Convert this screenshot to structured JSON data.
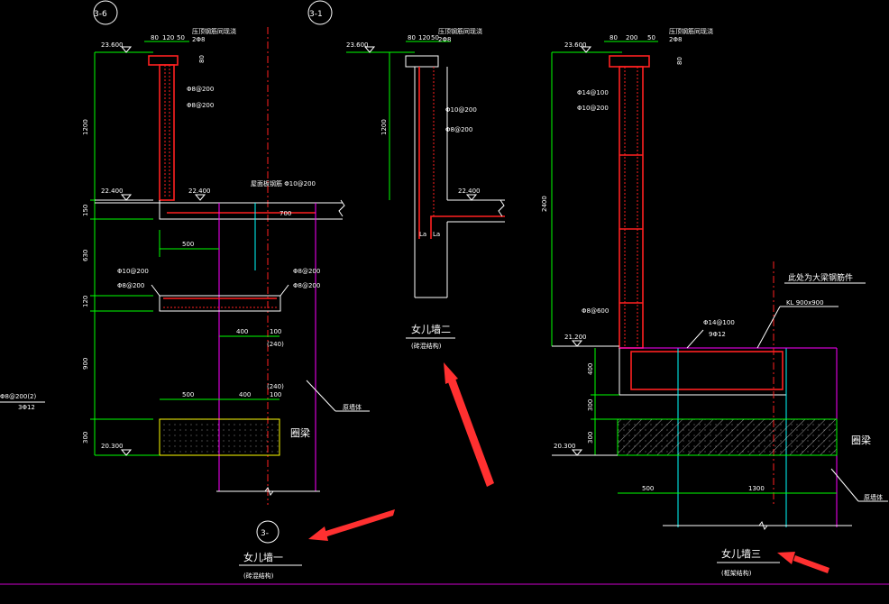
{
  "detail1": {
    "marker_top_left": "3-6",
    "marker_bottom": "3-",
    "title": "女儿墙一",
    "subtitle": "(砖混结构)",
    "top_dims": [
      "80",
      "120",
      "50"
    ],
    "top_note": "压顶钢筋同现浇",
    "top_bar": "2Φ8",
    "cap_dim": "80",
    "elev_top": "23.600",
    "elev_mid_left": "22.400",
    "elev_mid_right": "22.400",
    "elev_bottom": "20.300",
    "rebar_v1": "Φ8@200",
    "rebar_v2": "Φ8@200",
    "slab_note": "屋面板钢筋 Φ10@200",
    "dim_1200": "1200",
    "dim_150": "150",
    "dim_630": "630",
    "dim_120": "120",
    "dim_900": "900",
    "dim_300": "300",
    "dim_500": "500",
    "dim_700": "700",
    "dim_400a": "400",
    "dim_100a": "100",
    "dim_240a": "(240)",
    "dim_500b": "500",
    "dim_400b": "400",
    "dim_100b": "100",
    "dim_240b": "(240)",
    "slab_rebar_l1": "Φ10@200",
    "slab_rebar_l2": "Φ8@200",
    "slab_rebar_r1": "Φ8@200",
    "slab_rebar_r2": "Φ8@200",
    "beam_label": "圈梁",
    "wall_note": "原墙体",
    "left_edge_1": "Φ8@200(2)",
    "left_edge_2": "3Φ12"
  },
  "detail2": {
    "marker_top": "3-1",
    "title": "女儿墙二",
    "subtitle": "(砖混结构)",
    "top_dims": [
      "80",
      "120",
      "50"
    ],
    "top_note": "压顶钢筋同现浇",
    "top_bar": "2Φ8",
    "elev_top": "23.600",
    "elev_mid": "22.400",
    "dim_1200": "1200",
    "rebar_1": "Φ10@200",
    "rebar_2": "Φ8@200",
    "la1": "La",
    "la2": "La"
  },
  "detail3": {
    "title": "女儿墙三",
    "subtitle": "(框架结构)",
    "top_dims": [
      "80",
      "200",
      "50"
    ],
    "top_note": "压顶钢筋同现浇",
    "top_bar": "2Φ8",
    "cap_dim": "80",
    "elev_top": "23.600",
    "elev_mid": "21.200",
    "elev_bottom": "20.300",
    "rebar_1": "Φ14@100",
    "rebar_2": "Φ10@200",
    "rebar_3": "Φ8@600",
    "dim_2400": "2400",
    "dim_400": "400",
    "dim_300a": "300",
    "dim_300b": "300",
    "dim_500": "500",
    "dim_1300": "1300",
    "big_note": "此处为大梁钢筋件",
    "kl_label": "KL 900x900",
    "beam_rebar_1": "Φ14@100",
    "beam_rebar_2": "9Φ12",
    "beam_label": "圈梁",
    "wall_note": "原墙体"
  }
}
